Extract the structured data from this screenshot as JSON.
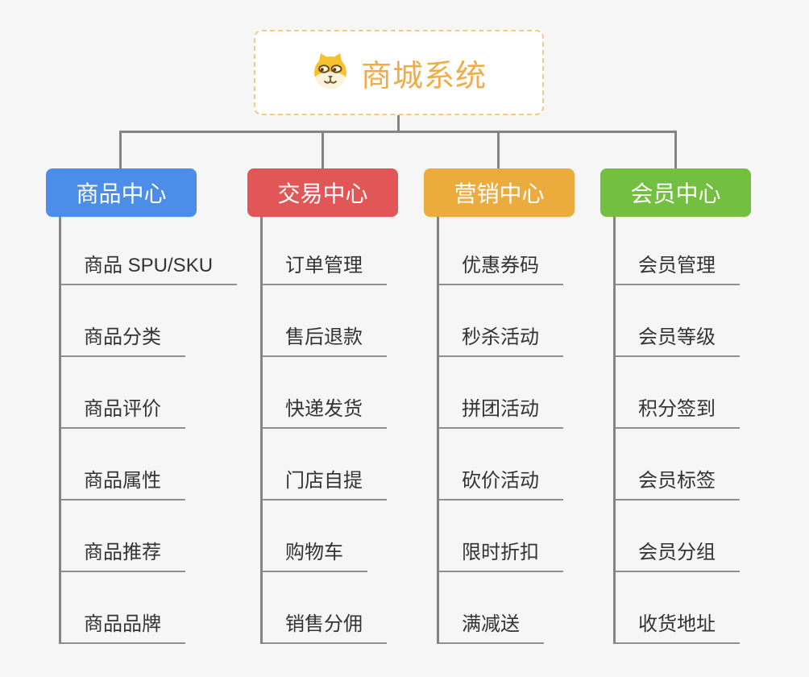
{
  "root": {
    "title": "商城系统",
    "icon": "shiba-dog-icon"
  },
  "palette": {
    "title_orange": "#F0AC49",
    "root_border_orange": "#F3CB89",
    "connector_gray": "#848484",
    "underline_gray": "#8F8F8F",
    "item_text": "#333333",
    "background": "#F6F6F6"
  },
  "branches": [
    {
      "label": "商品中心",
      "color": "#4B8DE9",
      "items": [
        "商品 SPU/SKU",
        "商品分类",
        "商品评价",
        "商品属性",
        "商品推荐",
        "商品品牌"
      ]
    },
    {
      "label": "交易中心",
      "color": "#E25657",
      "items": [
        "订单管理",
        "售后退款",
        "快递发货",
        "门店自提",
        "购物车",
        "销售分佣"
      ]
    },
    {
      "label": "营销中心",
      "color": "#EBAC3D",
      "items": [
        "优惠券码",
        "秒杀活动",
        "拼团活动",
        "砍价活动",
        "限时折扣",
        "满减送"
      ]
    },
    {
      "label": "会员中心",
      "color": "#73C041",
      "items": [
        "会员管理",
        "会员等级",
        "积分签到",
        "会员标签",
        "会员分组",
        "收货地址"
      ]
    }
  ]
}
